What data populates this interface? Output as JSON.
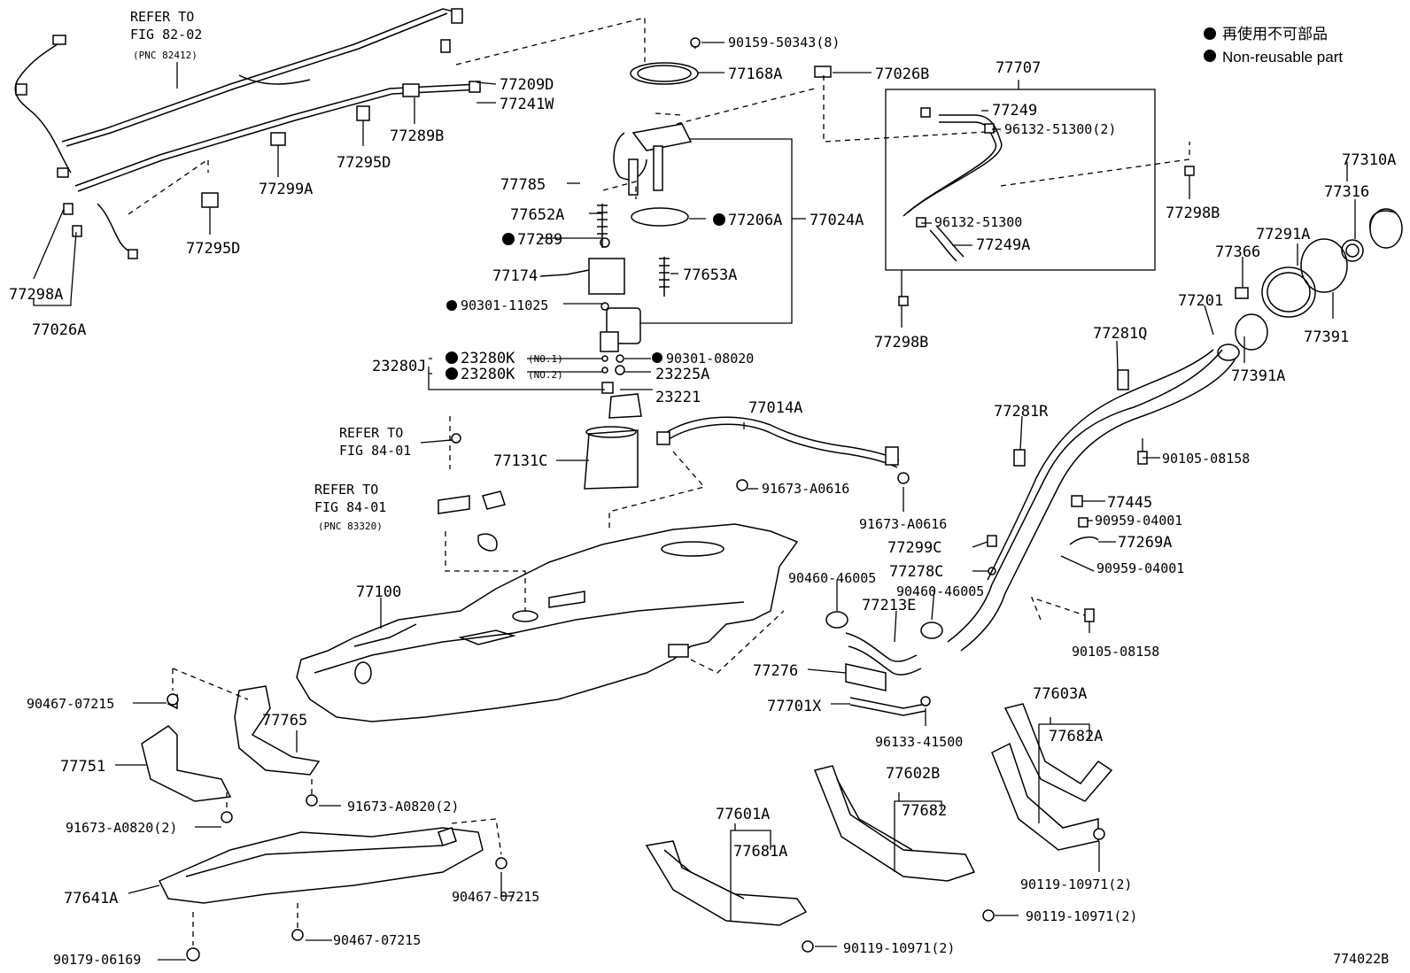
{
  "legend": {
    "line1": "再使用不可部品",
    "line2": "Non-reusable part"
  },
  "refs": {
    "ref1_a": "REFER TO",
    "ref1_b": "FIG 82-02",
    "ref1_c": "(PNC 82412)",
    "ref2_a": "REFER TO",
    "ref2_b": "FIG 84-01",
    "ref3_a": "REFER TO",
    "ref3_b": "FIG 84-01",
    "ref3_c": "(PNC 83320)"
  },
  "labels": {
    "p90159": "90159-50343(8)",
    "p77168A": "77168A",
    "p77026B": "77026B",
    "p77707": "77707",
    "p77209D": "77209D",
    "p77241W": "77241W",
    "p77289B": "77289B",
    "p77295D_a": "77295D",
    "p77299A": "77299A",
    "p77295D_b": "77295D",
    "p77249": "77249",
    "p96132_51300_2": "96132-51300(2)",
    "p96132_51300": "96132-51300",
    "p77249A": "77249A",
    "p77298B_a": "77298B",
    "p77298B_b": "77298B",
    "p77310A": "77310A",
    "p77316": "77316",
    "p77291A": "77291A",
    "p77366": "77366",
    "p77201": "77201",
    "p77391": "77391",
    "p77391A": "77391A",
    "p77785": "77785",
    "p77652A": "77652A",
    "p77289": "77289",
    "p77206A": "77206A",
    "p77024A": "77024A",
    "p77174": "77174",
    "p77653A": "77653A",
    "p90301_11025": "90301-11025",
    "p23280J": "23280J",
    "p23280K_1": "23280K",
    "p23280K_1n": "(NO.1)",
    "p23280K_2": "23280K",
    "p23280K_2n": "(NO.2)",
    "p90301_08020": "90301-08020",
    "p23225A": "23225A",
    "p23221": "23221",
    "p77131C": "77131C",
    "p77014A": "77014A",
    "p91673_A0616_a": "91673-A0616",
    "p91673_A0616_b": "91673-A0616",
    "p77281Q": "77281Q",
    "p77281R": "77281R",
    "p90105_08158_a": "90105-08158",
    "p90105_08158_b": "90105-08158",
    "p77445": "77445",
    "p90959_04001_a": "90959-04001",
    "p77269A": "77269A",
    "p90959_04001_b": "90959-04001",
    "p77299C": "77299C",
    "p77278C": "77278C",
    "p90460_46005_a": "90460-46005",
    "p90460_46005_b": "90460-46005",
    "p77213E": "77213E",
    "p77276": "77276",
    "p77701X": "77701X",
    "p96133_41500": "96133-41500",
    "p77100": "77100",
    "p77298A": "77298A",
    "p77026A": "77026A",
    "p90467_07215_a": "90467-07215",
    "p77765": "77765",
    "p77751": "77751",
    "p91673_A0820_a": "91673-A0820(2)",
    "p91673_A0820_b": "91673-A0820(2)",
    "p77641A": "77641A",
    "p90467_07215_b": "90467-07215",
    "p90467_07215_c": "90467-07215",
    "p90179_06169": "90179-06169",
    "p77603A": "77603A",
    "p77682A": "77682A",
    "p77602B": "77602B",
    "p77682": "77682",
    "p77601A": "77601A",
    "p77681A": "77681A",
    "p90119_a": "90119-10971(2)",
    "p90119_b": "90119-10971(2)",
    "p90119_c": "90119-10971(2)"
  },
  "figure_id": "774022B"
}
